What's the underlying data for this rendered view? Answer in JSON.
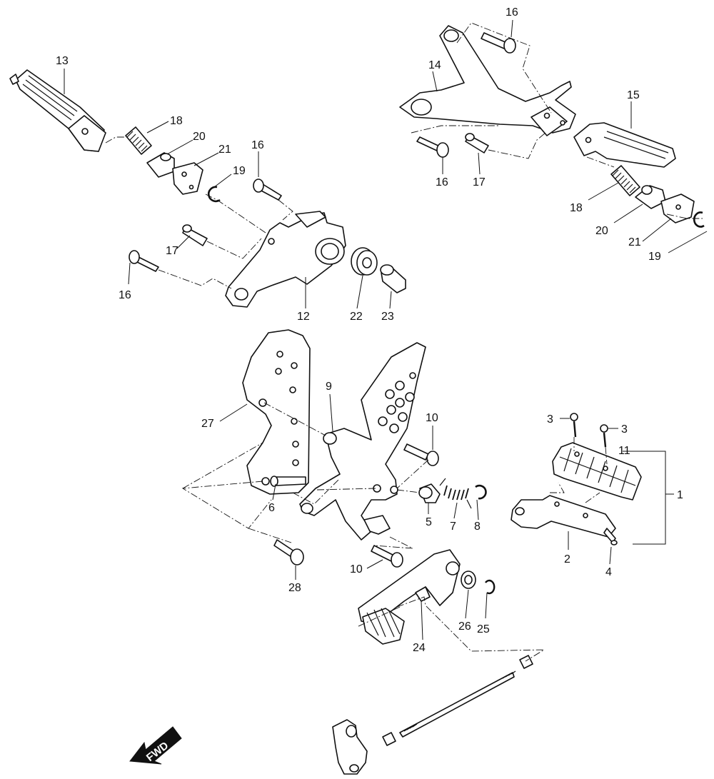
{
  "diagram": {
    "callouts": {
      "c1": "1",
      "c2": "2",
      "c3a": "3",
      "c3b": "3",
      "c4": "4",
      "c5": "5",
      "c6": "6",
      "c7": "7",
      "c8": "8",
      "c9": "9",
      "c10a": "10",
      "c10b": "10",
      "c11": "11",
      "c12": "12",
      "c13": "13",
      "c14": "14",
      "c15": "15",
      "c16a": "16",
      "c16b": "16",
      "c16c": "16",
      "c16d": "16",
      "c17a": "17",
      "c17b": "17",
      "c18a": "18",
      "c18b": "18",
      "c19a": "19",
      "c19b": "19",
      "c20a": "20",
      "c20b": "20",
      "c21a": "21",
      "c21b": "21",
      "c22": "22",
      "c23": "23",
      "c24": "24",
      "c25": "25",
      "c26": "26",
      "c27": "27",
      "c28": "28"
    },
    "direction_label": "FWD"
  }
}
